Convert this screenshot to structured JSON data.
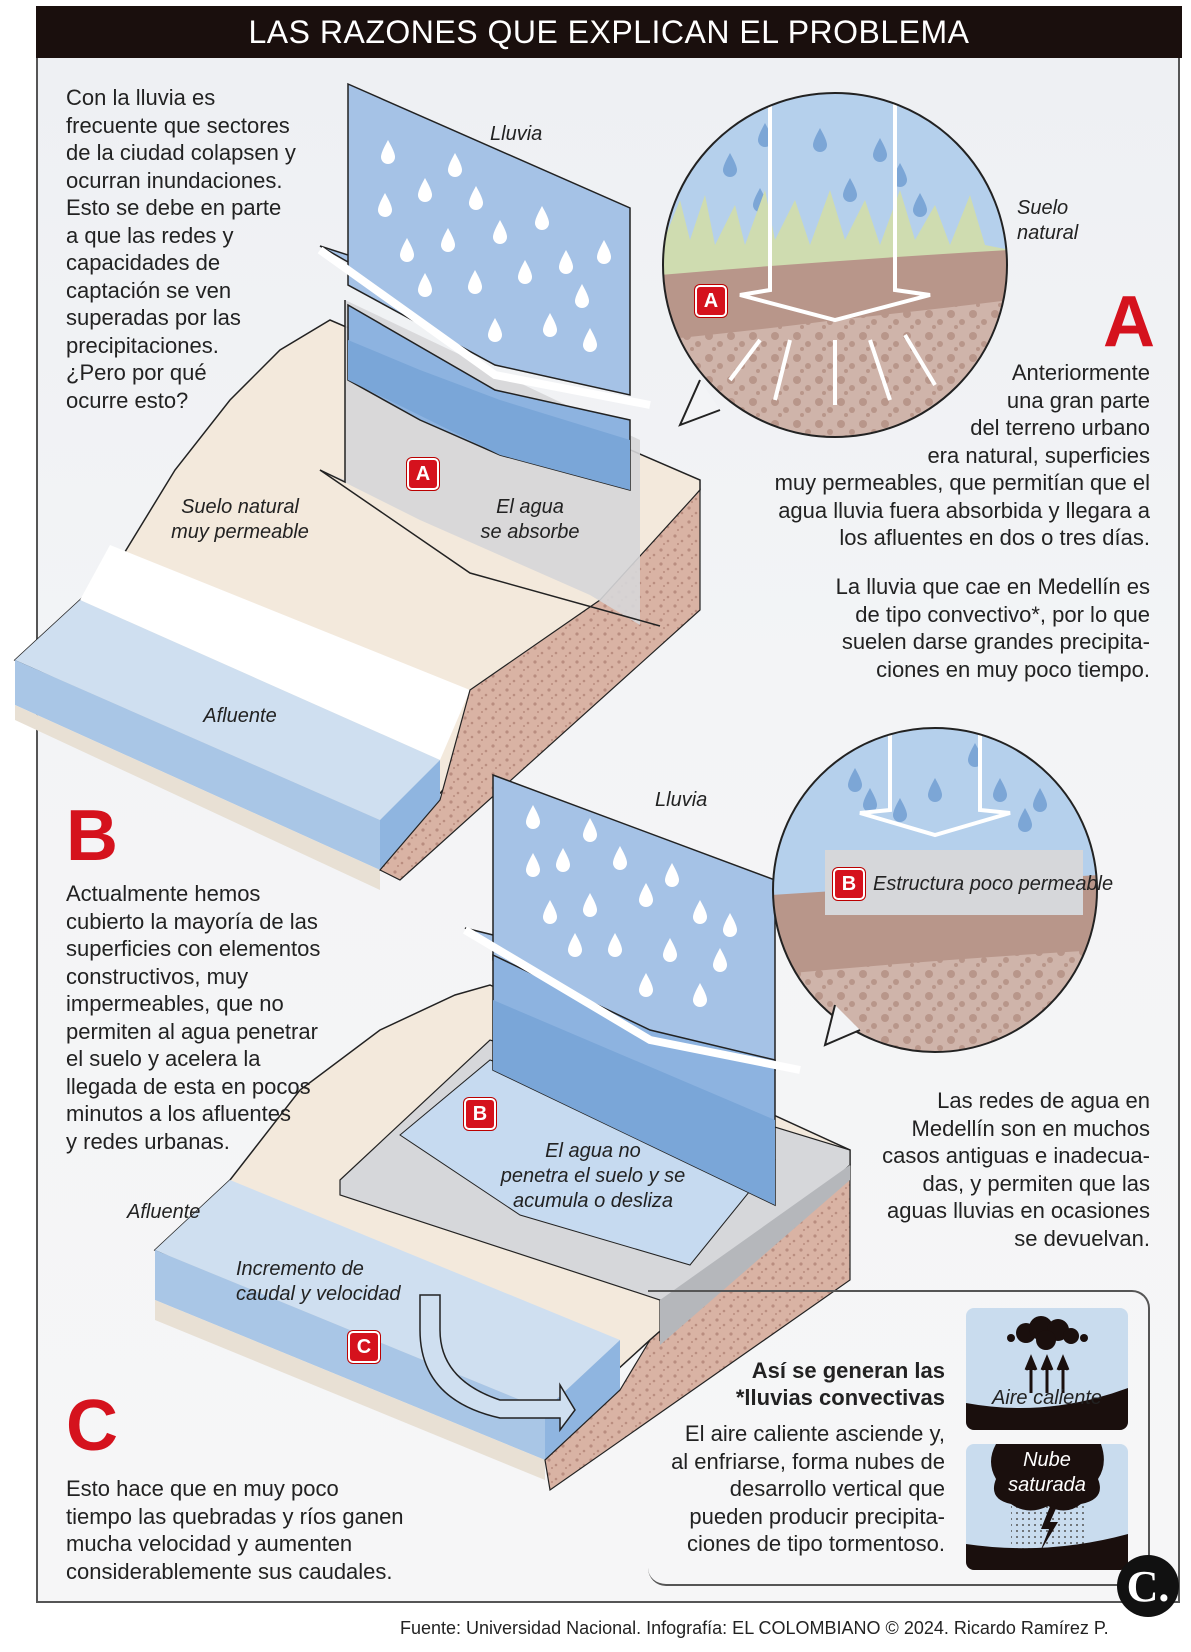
{
  "header": {
    "title": "LAS RAZONES QUE EXPLICAN EL PROBLEMA"
  },
  "intro": {
    "text": "Con la lluvia es\nfrecuente que sectores\nde la ciudad colapsen y\nocurran inundaciones.\nEsto se debe en parte\na que las redes y\ncapacidades de\ncaptación se ven\nsuperadas por las\nprecipitaciones.\n¿Pero por qué\nocurre esto?"
  },
  "section_a": {
    "letter": "A",
    "badge": "A",
    "rain_label": "Lluvia",
    "soil_label": "Suelo natural\nmuy permeable",
    "absorb_label": "El agua\nse absorbe",
    "river_label": "Afluente",
    "circle_label": "Suelo\nnatural",
    "text1": "Anteriormente\nuna gran parte\ndel terreno urbano\nera natural, superficies\nmuy permeables, que permitían que el\nagua lluvia fuera absorbida y llegara a\nlos afluentes en dos o tres días.",
    "text2": "La lluvia que cae en Medellín es\nde tipo convectivo*, por lo que\nsuelen darse grandes precipita-\nciones en muy poco tiempo."
  },
  "section_b": {
    "letter": "B",
    "badge": "B",
    "rain_label": "Lluvia",
    "circle_label": "Estructura poco permeable",
    "water_label": "El agua no\npenetra el suelo y se\nacumula o desliza",
    "text": "Actualmente hemos\ncubierto la mayoría de las\nsuperficies con elementos\nconstructivos, muy\nimpermeables, que no\npermiten al agua penetrar\nel suelo y acelera la\nllegada de esta en pocos\nminutos a los afluentes\ny redes urbanas.",
    "networks_text": "Las redes de agua en\nMedellín son en muchos\ncasos antiguas e inadecua-\ndas, y permiten que las\naguas lluvias en ocasiones\nse devuelvan."
  },
  "section_c": {
    "letter": "C",
    "badge": "C",
    "river_label": "Afluente",
    "flow_label": "Incremento de\ncaudal y velocidad",
    "text": "Esto hace que en muy poco\ntiempo las quebradas y ríos ganen\nmucha velocidad y aumenten\nconsiderablemente sus caudales."
  },
  "convective": {
    "title": "Así se generan las\n*lluvias convectivas",
    "text": "El aire caliente asciende y,\nal enfriarse, forma nubes de\ndesarrollo vertical que\npueden producir precipita-\nciones de tipo tormentoso.",
    "panel1_label": "Aire caliente",
    "panel2_label": "Nube\nsaturada"
  },
  "footer": {
    "credit": "Fuente: Universidad Nacional. Infografía: EL COLOMBIANO © 2024. Ricardo Ramírez P.",
    "logo": "C."
  },
  "colors": {
    "accent_red": "#d5121d",
    "title_bg": "#1a0f0d",
    "rain_blue": "#a5c2e6",
    "soil_tan": "#f3e9dc",
    "earth_brown": "#b8968a"
  }
}
